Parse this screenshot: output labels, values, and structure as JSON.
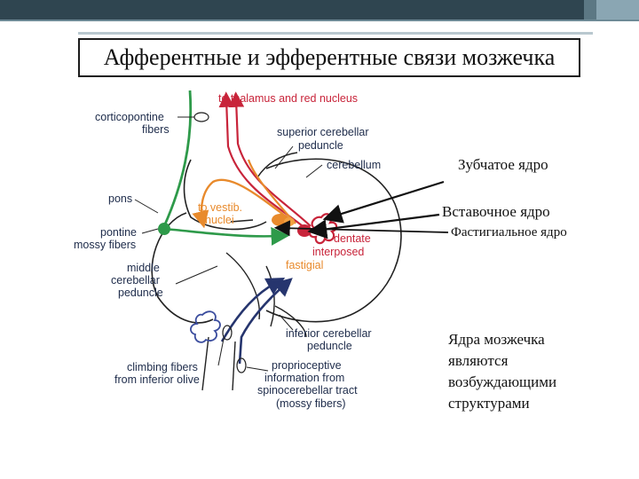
{
  "slide": {
    "title": "Афферентные и эфферентные связи мозжечка"
  },
  "diagram_labels": {
    "to_thalamus": "to thalamus and red nucleus",
    "corticopontine_1": "corticopontine",
    "corticopontine_2": "fibers",
    "superior_1": "superior cerebellar",
    "superior_2": "peduncle",
    "cerebellum": "cerebellum",
    "pons": "pons",
    "to_vestib_1": "to vestib.",
    "to_vestib_2": "nuclei",
    "pontine_1": "pontine",
    "pontine_2": "mossy fibers",
    "dentate": "dentate",
    "interposed": "interposed",
    "fastigial": "fastigial",
    "middle_1": "middle",
    "middle_2": "cerebellar",
    "middle_3": "peduncle",
    "inferior_1": "inferior cerebellar",
    "inferior_2": "peduncle",
    "climbing_1": "climbing fibers",
    "climbing_2": "from inferior olive",
    "proprio_1": "proprioceptive",
    "proprio_2": "information from",
    "proprio_3": "spinocerebellar tract",
    "proprio_4": "(mossy fibers)"
  },
  "annotations": {
    "dentate_nucleus": "Зубчатое ядро",
    "interposed_nucleus": "Вставочное ядро",
    "fastigial_nucleus": "Фастигиальное ядро"
  },
  "note_lines": [
    "Ядра мозжечка",
    "являются",
    "возбуждающими",
    "структурами"
  ],
  "colors": {
    "header_dark": "#2f4550",
    "pathway_red": "#c8243a",
    "pathway_orange": "#e88a2c",
    "pathway_green": "#2e9a4a",
    "pathway_blue": "#26356e",
    "outline": "#222222"
  }
}
